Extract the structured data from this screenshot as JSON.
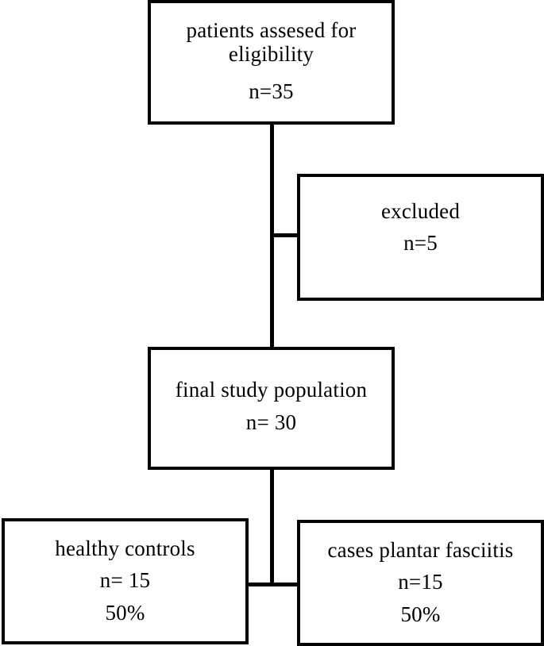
{
  "diagram": {
    "title": "Study participant flow diagram",
    "type": "flowchart",
    "stroke_color": "#000000",
    "background_color": "#ffffff",
    "nodes": [
      {
        "id": "screened",
        "name": "patients-assessed-box",
        "lines": [
          "patients assesed for",
          "eligibility",
          "n=35"
        ],
        "count": 35
      },
      {
        "id": "excluded",
        "name": "excluded-box",
        "lines": [
          "excluded",
          "n=5"
        ],
        "count": 5
      },
      {
        "id": "population",
        "name": "final-study-population-box",
        "lines": [
          "final study population",
          "n= 30"
        ],
        "count": 30
      },
      {
        "id": "controls",
        "name": "healthy-controls-box",
        "lines": [
          "healthy controls",
          "n= 15",
          "50%"
        ],
        "count": 15,
        "percent": "50%"
      },
      {
        "id": "cases",
        "name": "cases-plantar-fasciitis-box",
        "lines": [
          "cases plantar fasciitis",
          "n=15",
          "50%"
        ],
        "count": 15,
        "percent": "50%"
      }
    ],
    "edges": [
      {
        "from": "screened",
        "to": "excluded",
        "style": "elbow"
      },
      {
        "from": "screened",
        "to": "population",
        "style": "straight"
      },
      {
        "from": "population",
        "to": "controls",
        "style": "split"
      },
      {
        "from": "population",
        "to": "cases",
        "style": "split"
      }
    ]
  },
  "nodes": {
    "screened": {
      "line1": "patients assesed for",
      "line2": "eligibility",
      "line3": "n=35"
    },
    "excluded": {
      "line1": "excluded",
      "line2": "n=5"
    },
    "population": {
      "line1": "final study population",
      "line2": "n= 30"
    },
    "controls": {
      "line1": "healthy controls",
      "line2": "n= 15",
      "line3": "50%"
    },
    "cases": {
      "line1": "cases plantar fasciitis",
      "line2": "n=15",
      "line3": "50%"
    }
  }
}
